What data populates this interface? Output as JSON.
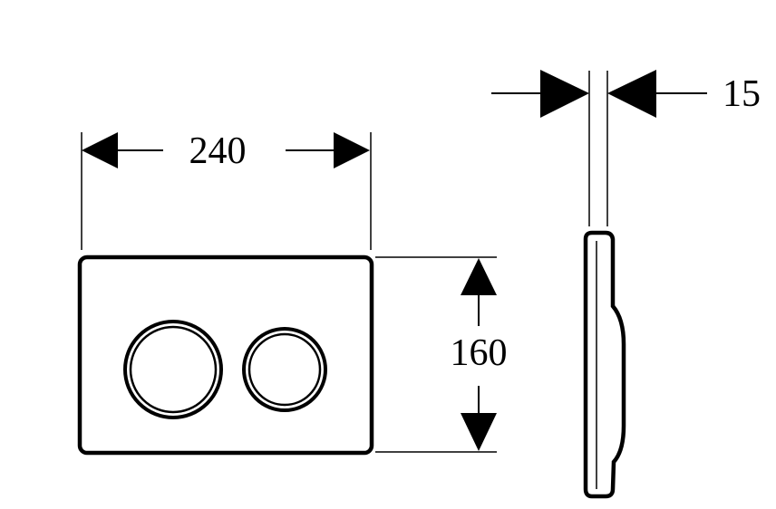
{
  "dimensions": {
    "width": {
      "value": "240"
    },
    "height": {
      "value": "160"
    },
    "depth": {
      "value": "15"
    }
  },
  "colors": {
    "stroke": "#000000",
    "background": "#ffffff"
  }
}
